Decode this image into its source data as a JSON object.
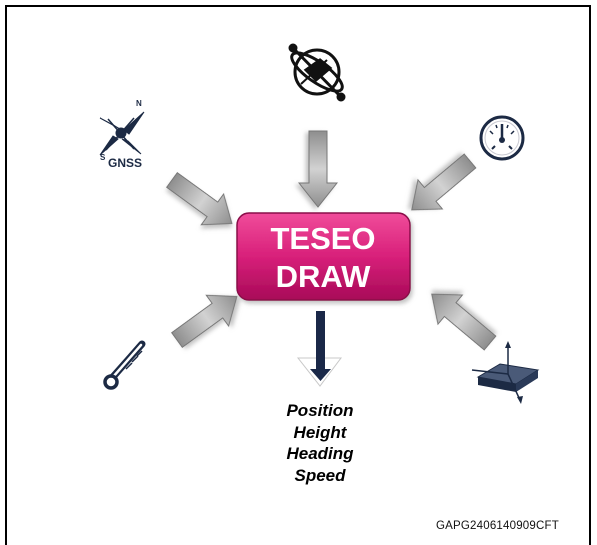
{
  "center": {
    "line1": "TESEO",
    "line2": "DRAW"
  },
  "outputs": [
    "Position",
    "Height",
    "Heading",
    "Speed"
  ],
  "gnss": {
    "label": "GNSS",
    "north": "N",
    "south": "S"
  },
  "ref_code": "GAPG2406140909CFT",
  "icons": [
    "gyroscope-icon",
    "gnss-compass-icon",
    "odometer-gauge-icon",
    "thermometer-icon",
    "accelerometer-axes-icon"
  ],
  "colors": {
    "box_top": "#e6328a",
    "box_bottom": "#a80a58",
    "arrow_fill": "#a9a9a9",
    "output_arrow": "#1a2848",
    "icon": "#1c2a44"
  }
}
